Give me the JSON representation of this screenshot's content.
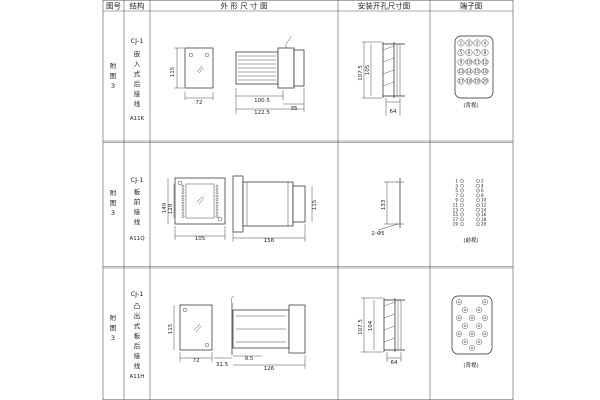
{
  "header": {
    "col_figure_no": "图号",
    "col_structure": "结构",
    "col_outline": "外 形 尺 寸 图",
    "col_mounting": "安装开孔尺寸图",
    "col_terminal": "端子图"
  },
  "rows": [
    {
      "figure_no": [
        "附",
        "图",
        "3"
      ],
      "model": "CJ-1",
      "structure": [
        "嵌",
        "入",
        "式",
        "后",
        "接",
        "线"
      ],
      "code": "A11K",
      "outline_dims": {
        "height": "115",
        "width_front": "72",
        "depth_a": "100.5",
        "depth_b": "122.5",
        "depth_c": "35"
      },
      "mounting_dims": {
        "h1": "107.5",
        "h2": "105",
        "w": "64"
      },
      "terminal_note": "(背视)",
      "terminal_pins": [
        "1",
        "2",
        "3",
        "4",
        "5",
        "6",
        "7",
        "8",
        "9",
        "10",
        "11",
        "12",
        "13",
        "14",
        "15",
        "16",
        "17",
        "18",
        "19",
        "20"
      ]
    },
    {
      "figure_no": [
        "附",
        "图",
        "3"
      ],
      "model": "CJ-1",
      "structure": [
        "板",
        "前",
        "接",
        "线"
      ],
      "code": "A11Q",
      "outline_dims": {
        "height_a": "149",
        "height_b": "129",
        "width": "105",
        "depth": "156",
        "height_c": "115"
      },
      "mounting_dims": {
        "h": "133",
        "hole": "2-Φ5"
      },
      "terminal_note": "(前视)",
      "terminal_pins": [
        "1",
        "2",
        "3",
        "4",
        "5",
        "6",
        "7",
        "8",
        "9",
        "10",
        "11",
        "12",
        "13",
        "14",
        "15",
        "16",
        "17",
        "18",
        "19",
        "20"
      ]
    },
    {
      "figure_no": [
        "附",
        "图",
        "3"
      ],
      "model": "CJ-1",
      "structure": [
        "凸",
        "出",
        "式",
        "板",
        "后",
        "接",
        "线"
      ],
      "code": "A11H",
      "outline_dims": {
        "height": "115",
        "width": "72",
        "d1": "31.5",
        "d2": "9.5",
        "d3": "126"
      },
      "mounting_dims": {
        "h1": "107.5",
        "h2": "104",
        "w": "64"
      },
      "terminal_note": "(背视)",
      "terminal_pins": []
    }
  ]
}
